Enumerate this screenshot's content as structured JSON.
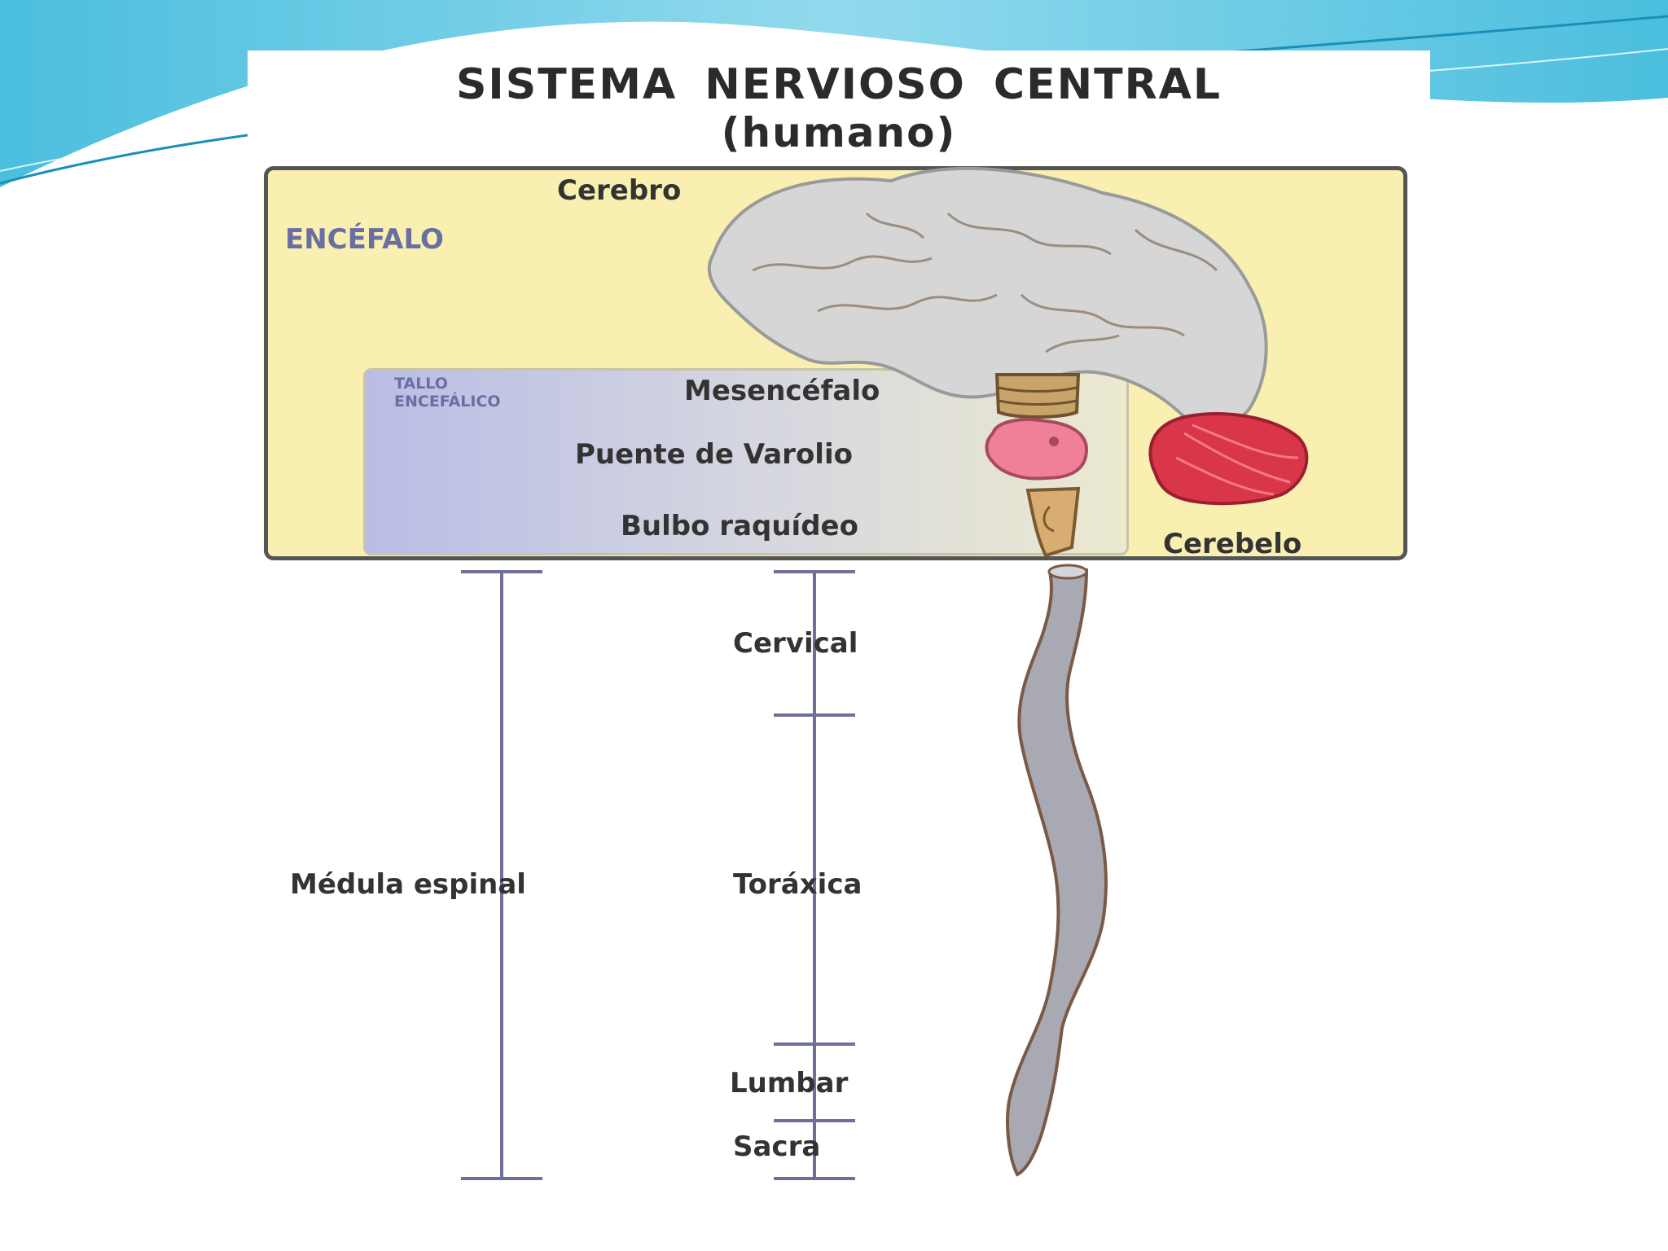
{
  "title": {
    "line1": "SISTEMA NERVIOSO CENTRAL",
    "line2": "(humano)"
  },
  "labels": {
    "encefalo": "ENCÉFALO",
    "cerebro": "Cerebro",
    "tallo_line1": "TALLO",
    "tallo_line2": "ENCEFÁLICO",
    "mesencefalo": "Mesencéfalo",
    "puente": "Puente de Varolio",
    "bulbo": "Bulbo raquídeo",
    "cerebelo": "Cerebelo",
    "medula": "Médula espinal",
    "cervical": "Cervical",
    "toraxica": "Toráxica",
    "lumbar": "Lumbar",
    "sacra": "Sacra"
  },
  "colors": {
    "encefalo_box": "#f8efb1",
    "brain": "#d6d6d6",
    "cerebelo": "#d9364a",
    "mesencefalo": "#c9a46a",
    "puente": "#f07f9a",
    "bulbo": "#d9ad72",
    "spinal_cord": "#a9a9b3",
    "scale_lines": "#6f6f9c",
    "slide_accent": "#2bb3d8"
  },
  "icons": {
    "brain": "brain-illustration",
    "cerebellum": "cerebellum-illustration",
    "spinal_cord": "spinal-cord-illustration"
  }
}
